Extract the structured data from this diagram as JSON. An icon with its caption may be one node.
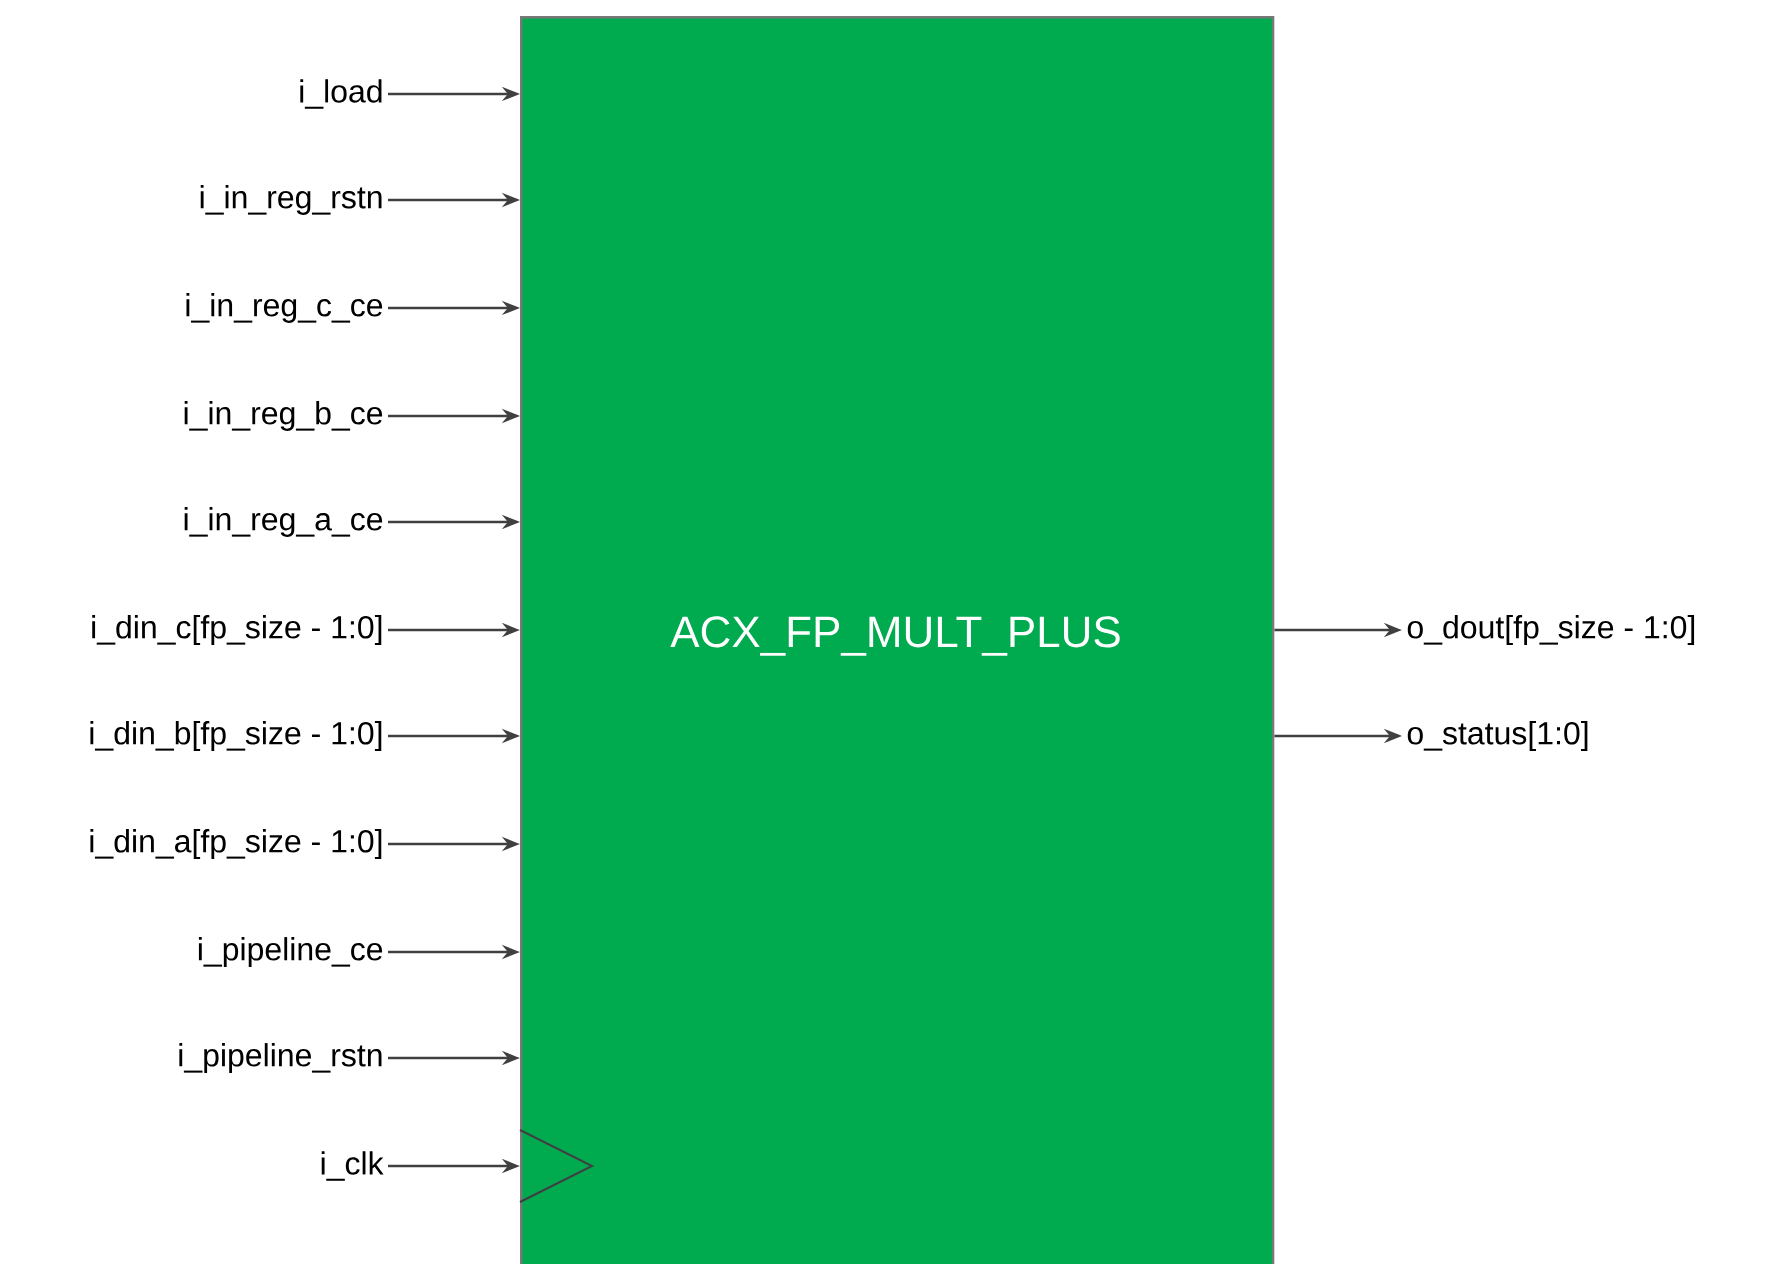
{
  "diagram": {
    "nodes": [
      {
        "text": [
          "ACX_FP_MULT_PLUS"
        ]
      },
      {
        "text": [
          "i_load"
        ]
      },
      {
        "text": [
          "i_in_reg_rstn"
        ]
      },
      {
        "text": [
          "i_in_reg_c_ce"
        ]
      },
      {
        "text": [
          "i_in_reg_b_ce"
        ]
      },
      {
        "text": [
          "i_in_reg_a_ce"
        ]
      },
      {
        "text": [
          "i_din_c[fp_size - 1:0]"
        ]
      },
      {
        "text": [
          "i_din_b[fp_size - 1:0]"
        ]
      },
      {
        "text": [
          "i_din_a[fp_size - 1:0]"
        ]
      },
      {
        "text": [
          "i_pipeline_ce"
        ]
      },
      {
        "text": [
          "i_pipeline_rstn"
        ]
      },
      {
        "text": [
          "i_clk"
        ]
      },
      {
        "text": [
          "o_dout[fp_size - 1:0]"
        ]
      },
      {
        "text": [
          "o_status[1:0]"
        ]
      }
    ],
    "edges": [
      {
        "from": 1,
        "to": 0,
        "arrow": "to"
      },
      {
        "from": 2,
        "to": 0,
        "arrow": "to"
      },
      {
        "from": 3,
        "to": 0,
        "arrow": "to"
      },
      {
        "from": 4,
        "to": 0,
        "arrow": "to"
      },
      {
        "from": 5,
        "to": 0,
        "arrow": "to"
      },
      {
        "from": 6,
        "to": 0,
        "arrow": "to"
      },
      {
        "from": 7,
        "to": 0,
        "arrow": "to"
      },
      {
        "from": 8,
        "to": 0,
        "arrow": "to"
      },
      {
        "from": 9,
        "to": 0,
        "arrow": "to"
      },
      {
        "from": 10,
        "to": 0,
        "arrow": "to"
      },
      {
        "from": 11,
        "to": 0,
        "arrow": "to"
      },
      {
        "from": 0,
        "to": 12,
        "arrow": "to"
      },
      {
        "from": 0,
        "to": 13,
        "arrow": "to"
      }
    ]
  }
}
